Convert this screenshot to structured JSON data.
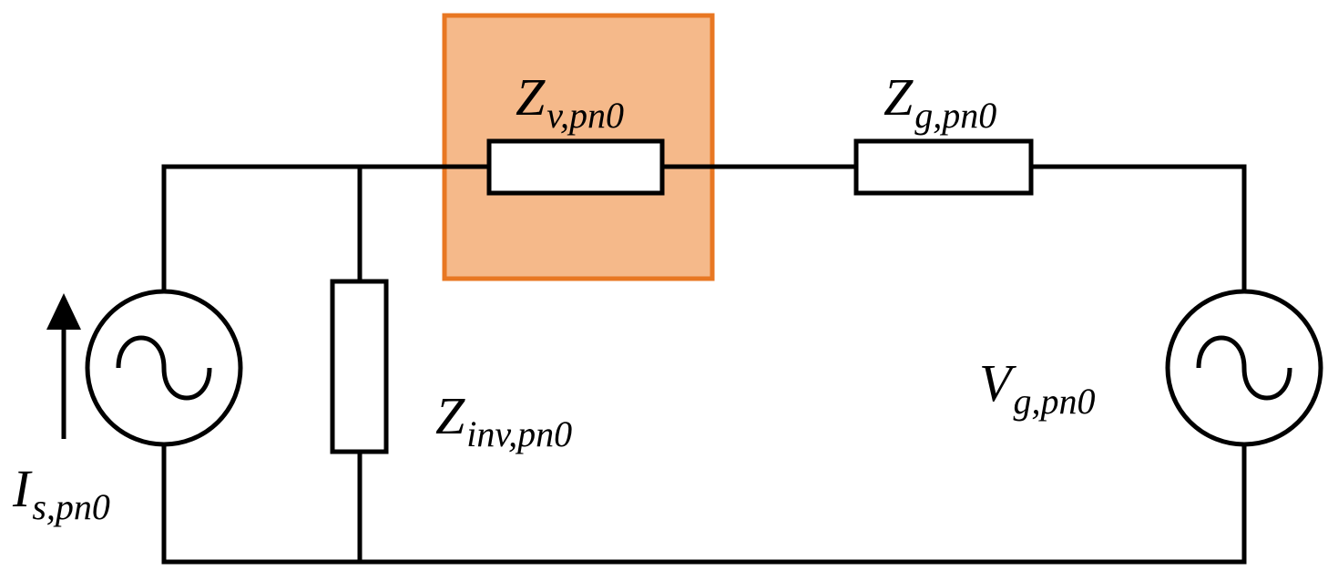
{
  "colors": {
    "wire": "#000000",
    "highlight_fill": "#f5b98a",
    "highlight_stroke": "#e87722",
    "background": "#ffffff"
  },
  "labels": {
    "zv": {
      "main": "Z",
      "sub": "v,pn0"
    },
    "zg": {
      "main": "Z",
      "sub": "g,pn0"
    },
    "zinv": {
      "main": "Z",
      "sub": "inv,pn0"
    },
    "vg": {
      "main": "V",
      "sub": "g,pn0"
    },
    "is": {
      "main": "I",
      "sub": "s,pn0"
    }
  },
  "icons": {
    "current_source": "ac-source-icon",
    "voltage_source": "ac-source-icon",
    "current_direction": "arrow-up-icon"
  }
}
